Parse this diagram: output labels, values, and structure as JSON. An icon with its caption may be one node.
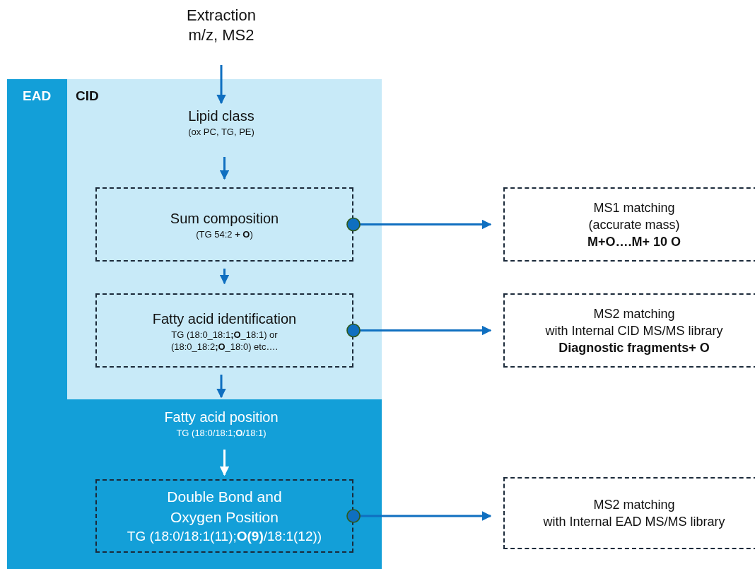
{
  "diagram": {
    "nodes": [
      {
        "text": [
          "Extraction m/z, MS2"
        ]
      },
      {
        "text": [
          "EAD"
        ]
      },
      {
        "text": [
          "CID"
        ],
        "in": 1
      },
      {
        "text": [
          "Lipid class",
          "(ox PC, TG, PE)"
        ],
        "in": 2
      },
      {
        "text": [
          "Sum composition",
          "(TG 54:2 **+ O**)"
        ],
        "in": 2
      },
      {
        "text": [
          "Fatty acid identification",
          "TG (18:0_18:1**;O**_18:1) or (18:0_18:2**;O**_18:0) etc…."
        ],
        "in": 2
      },
      {
        "text": [
          "Fatty acid position",
          "TG (18:0/18:1;**O**/18:1)"
        ],
        "in": 1
      },
      {
        "text": [
          "Double Bond and Oxygen Position",
          "TG (18:0/18:1(11);**O(9)**/18:1(12))"
        ],
        "in": 1
      },
      {
        "text": [
          "MS1 matching",
          "(accurate mass)",
          "M+O….M+ 10 O"
        ]
      },
      {
        "text": [
          "MS2 matching",
          "with Internal CID MS/MS library",
          "Diagnostic fragments+ O"
        ]
      },
      {
        "text": [
          "MS2 matching",
          "with Internal EAD MS/MS library"
        ]
      }
    ],
    "edges": [
      {
        "from": 0,
        "to": 3,
        "arrow": "to"
      },
      {
        "from": 3,
        "to": 4,
        "arrow": "to"
      },
      {
        "from": 4,
        "to": 5,
        "arrow": "to"
      },
      {
        "from": 5,
        "to": 6,
        "arrow": "to"
      },
      {
        "from": 6,
        "to": 7,
        "arrow": "to",
        "color": "#ffffff"
      },
      {
        "from": 4,
        "to": 8,
        "arrow": "to"
      },
      {
        "from": 5,
        "to": 9,
        "arrow": "to"
      },
      {
        "from": 7,
        "to": 10,
        "arrow": "to"
      }
    ]
  }
}
